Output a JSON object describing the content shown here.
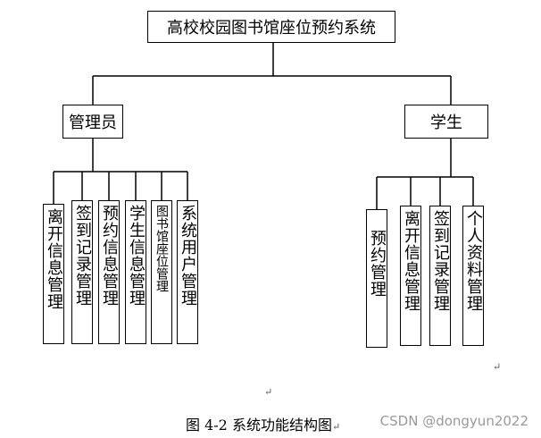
{
  "diagram": {
    "root": "高校校园图书馆座位预约系统",
    "admin": {
      "label": "管理员",
      "children": [
        "离开信息管理",
        "签到记录管理",
        "预约信息管理",
        "学生信息管理",
        "图书馆座位管理",
        "系统用户管理"
      ]
    },
    "student": {
      "label": "学生",
      "children": [
        "预约管理",
        "离开信息管理",
        "签到记录管理",
        "个人资料管理"
      ]
    }
  },
  "caption": "图 4-2 系统功能结构图",
  "return_mark": "↵",
  "watermark": "CSDN @dongyun2022"
}
